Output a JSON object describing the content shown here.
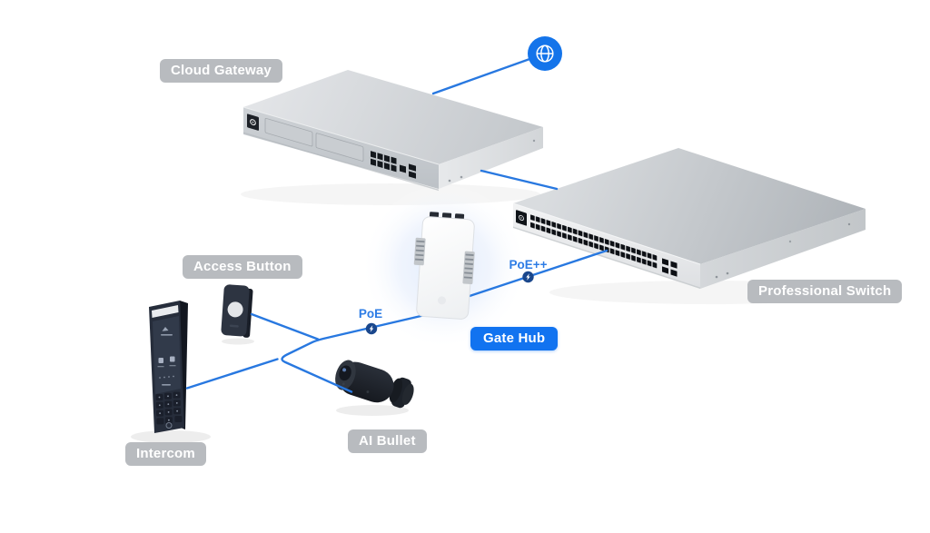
{
  "diagram": {
    "devices": {
      "cloud_gateway": {
        "label": "Cloud Gateway"
      },
      "professional_switch": {
        "label": "Professional Switch"
      },
      "gate_hub": {
        "label": "Gate Hub"
      },
      "access_button": {
        "label": "Access Button"
      },
      "intercom": {
        "label": "Intercom"
      },
      "ai_bullet": {
        "label": "AI Bullet"
      }
    },
    "connections": {
      "poe": {
        "label": "PoE"
      },
      "poe_plus_plus": {
        "label": "PoE++"
      }
    },
    "icons": {
      "internet": "globe-icon",
      "poe_power": "lightning-bolt-icon"
    },
    "colors": {
      "background": "#ffffff",
      "connection_line_blue": "#2878e0",
      "poe_text_blue": "#2d7ce5",
      "poe_icon_navy": "#1a478c",
      "globe_blue": "#1474ea",
      "gate_hub_badge_blue": "#1173f0",
      "device_label_gray": "#b3b6ba",
      "label_text_white": "#ffffff"
    }
  }
}
